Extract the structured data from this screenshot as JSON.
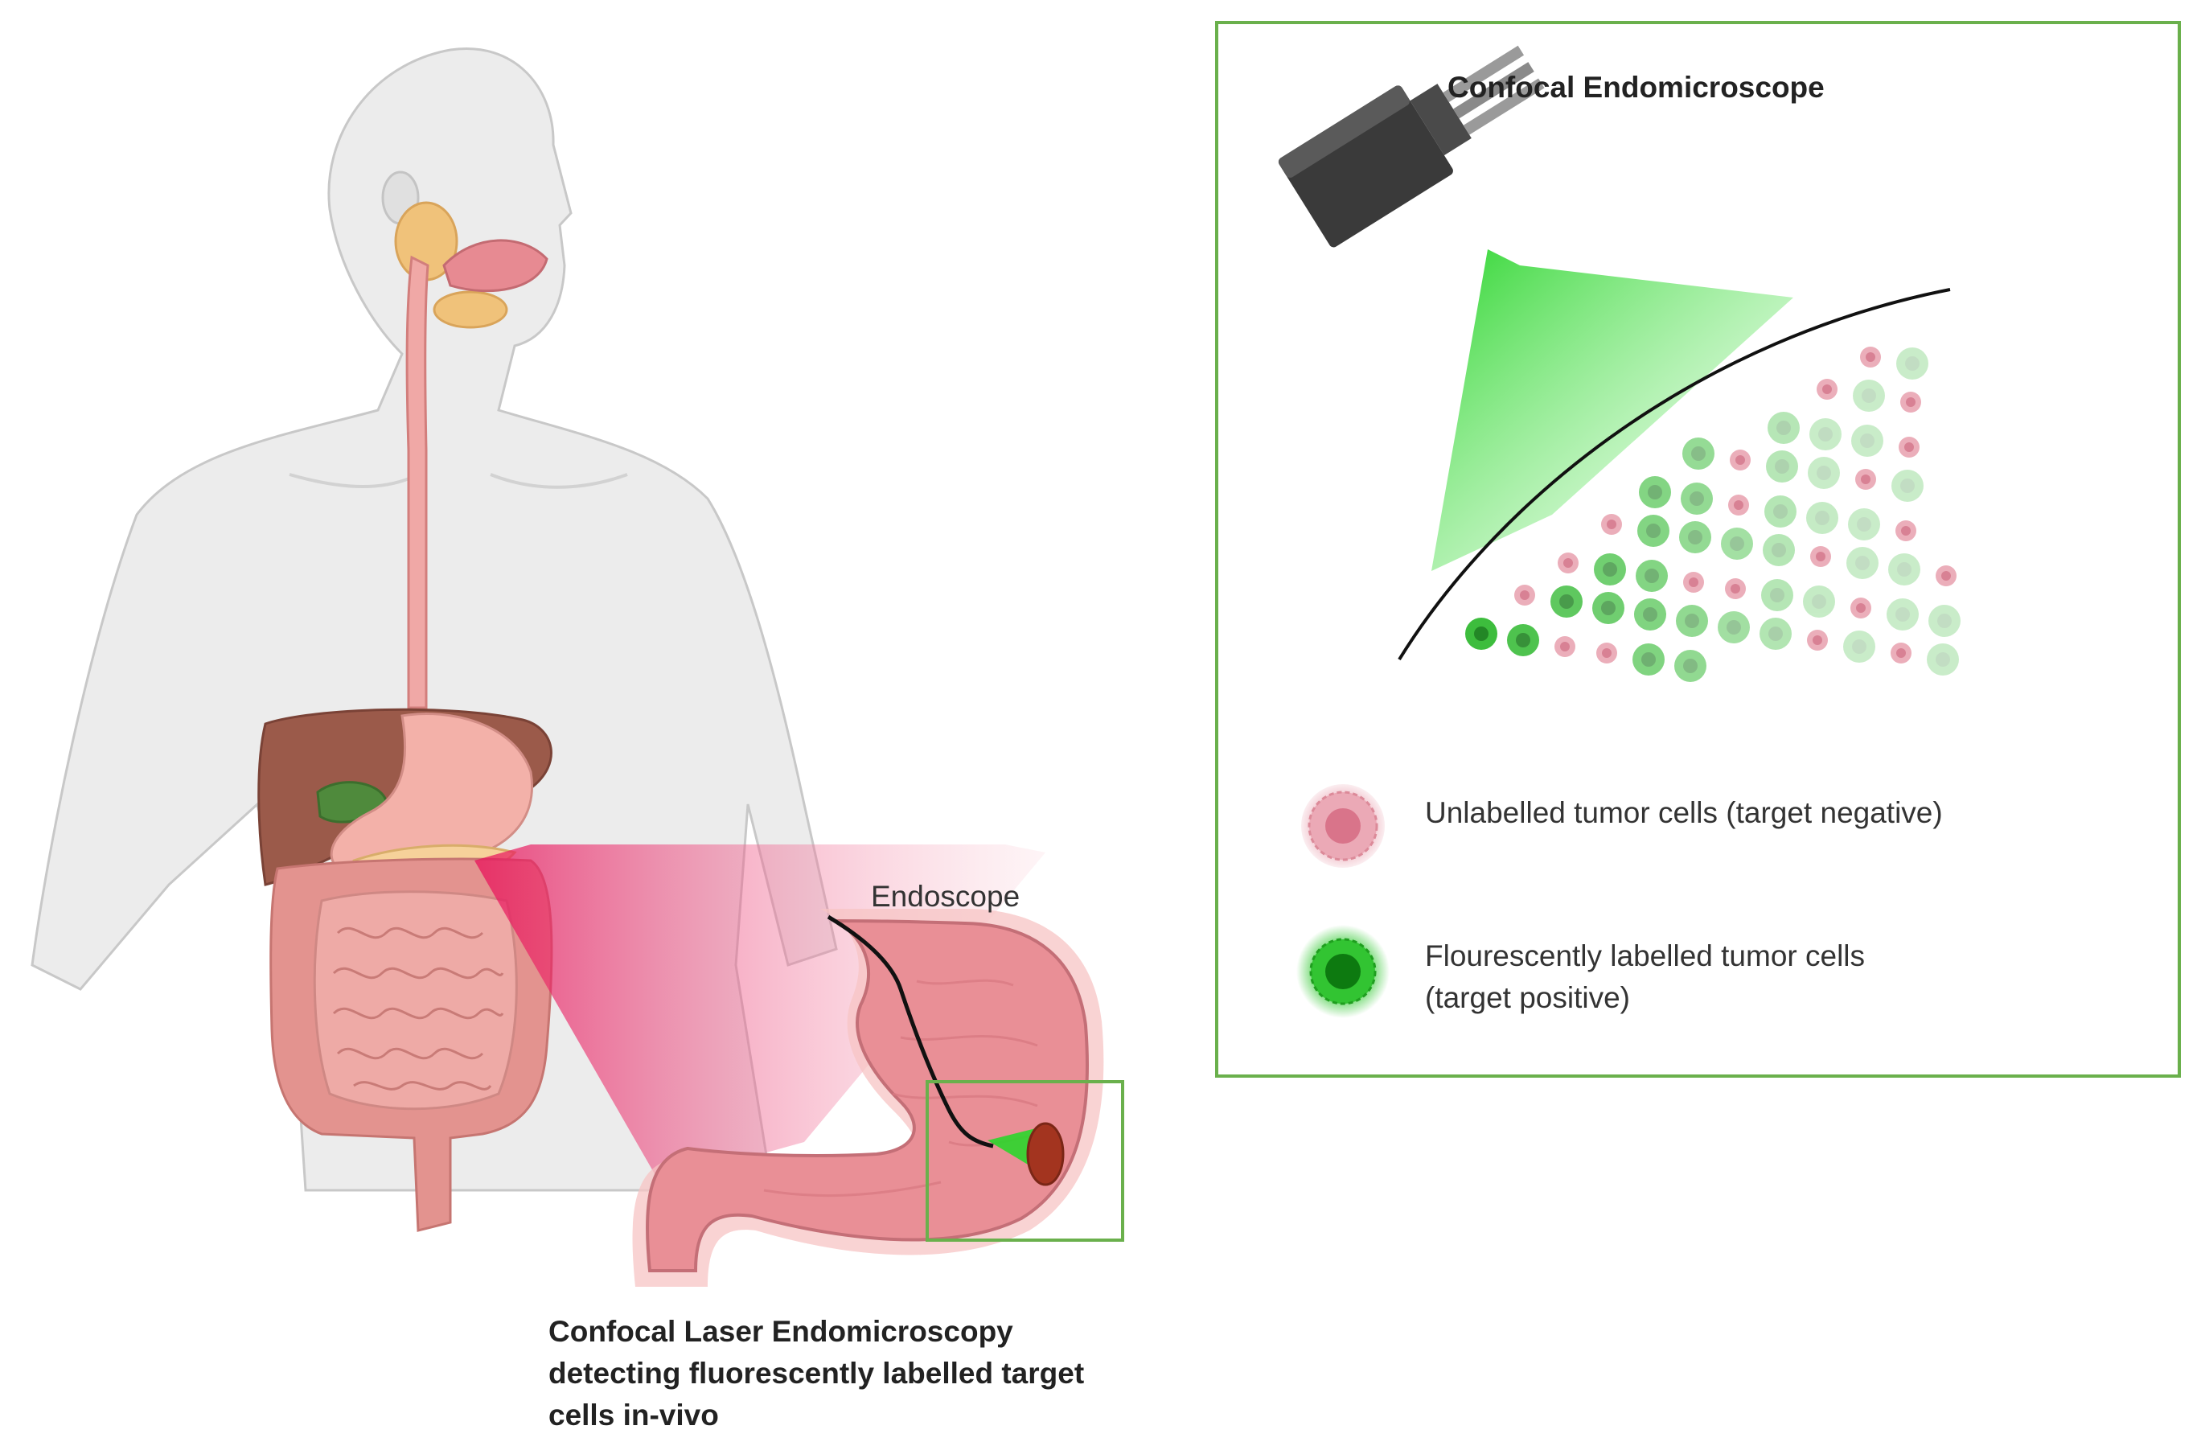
{
  "labels": {
    "scope": "Confocal Endomicroscope",
    "endoscope": "Endoscope",
    "caption": "Confocal Laser Endomicroscopy detecting fluorescently labelled target cells in-vivo"
  },
  "legend": {
    "negative": "Unlabelled tumor cells (target negative)",
    "positive": "Flourescently labelled tumor cells (target positive)"
  },
  "colors": {
    "positive_cell": "#2db82d",
    "negative_cell": "#e8a0ae",
    "frame": "#6ab04c",
    "stomach": "#e98f96",
    "body": "#ececec"
  }
}
